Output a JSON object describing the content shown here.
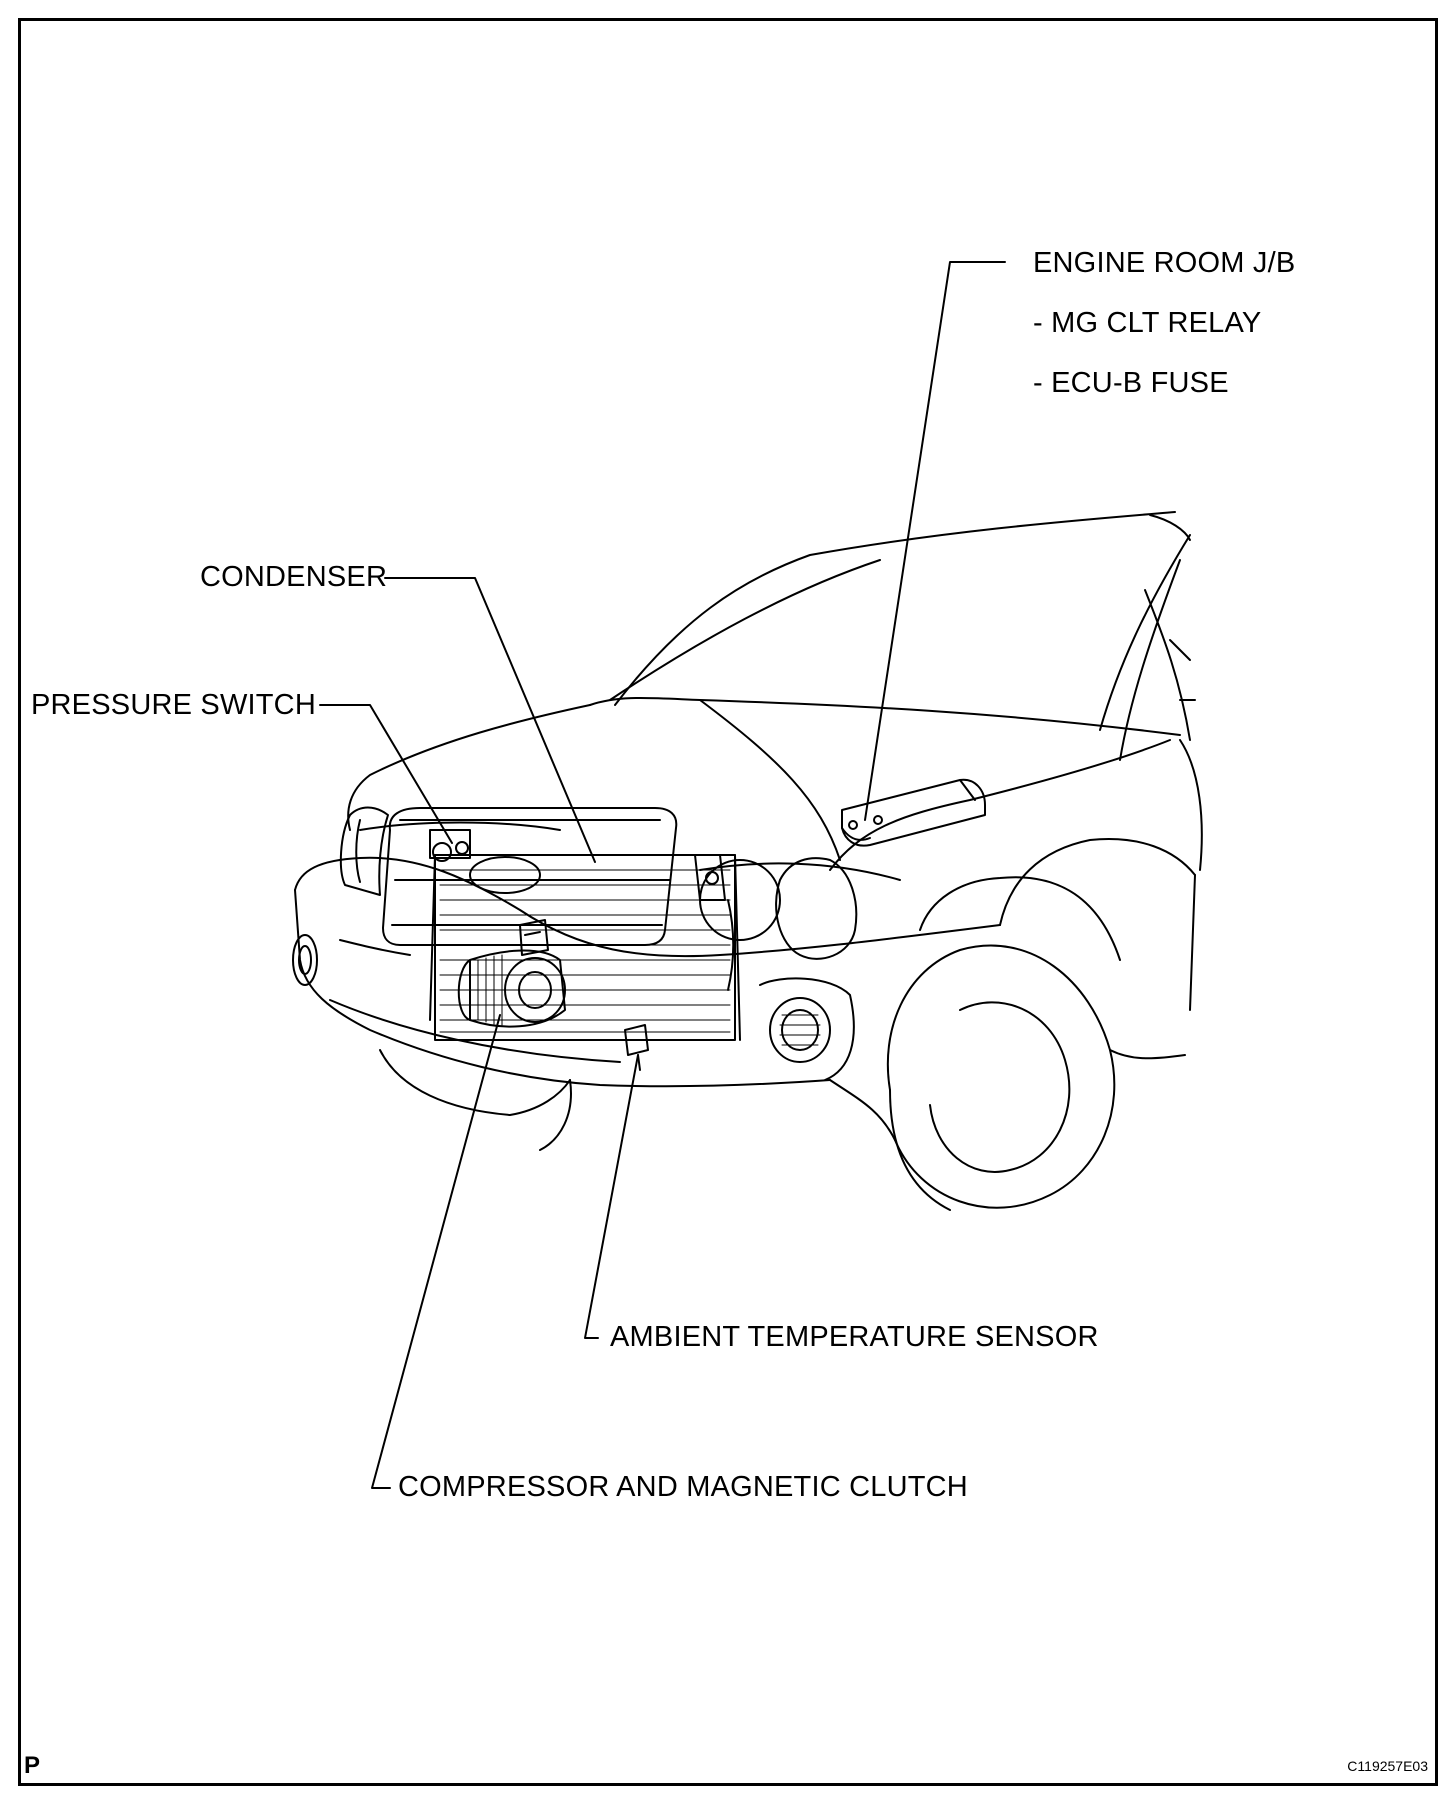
{
  "labels": {
    "engine_room_jb": "ENGINE ROOM J/B",
    "mg_clt_relay": "- MG CLT RELAY",
    "ecu_b_fuse": "- ECU-B FUSE",
    "condenser": "CONDENSER",
    "pressure_switch": "PRESSURE SWITCH",
    "ambient_temperature_sensor": "AMBIENT TEMPERATURE SENSOR",
    "compressor_and_magnetic_clutch": "COMPRESSOR AND MAGNETIC CLUTCH"
  },
  "corner": {
    "left_mark": "P",
    "figure_code": "C119257E03"
  }
}
